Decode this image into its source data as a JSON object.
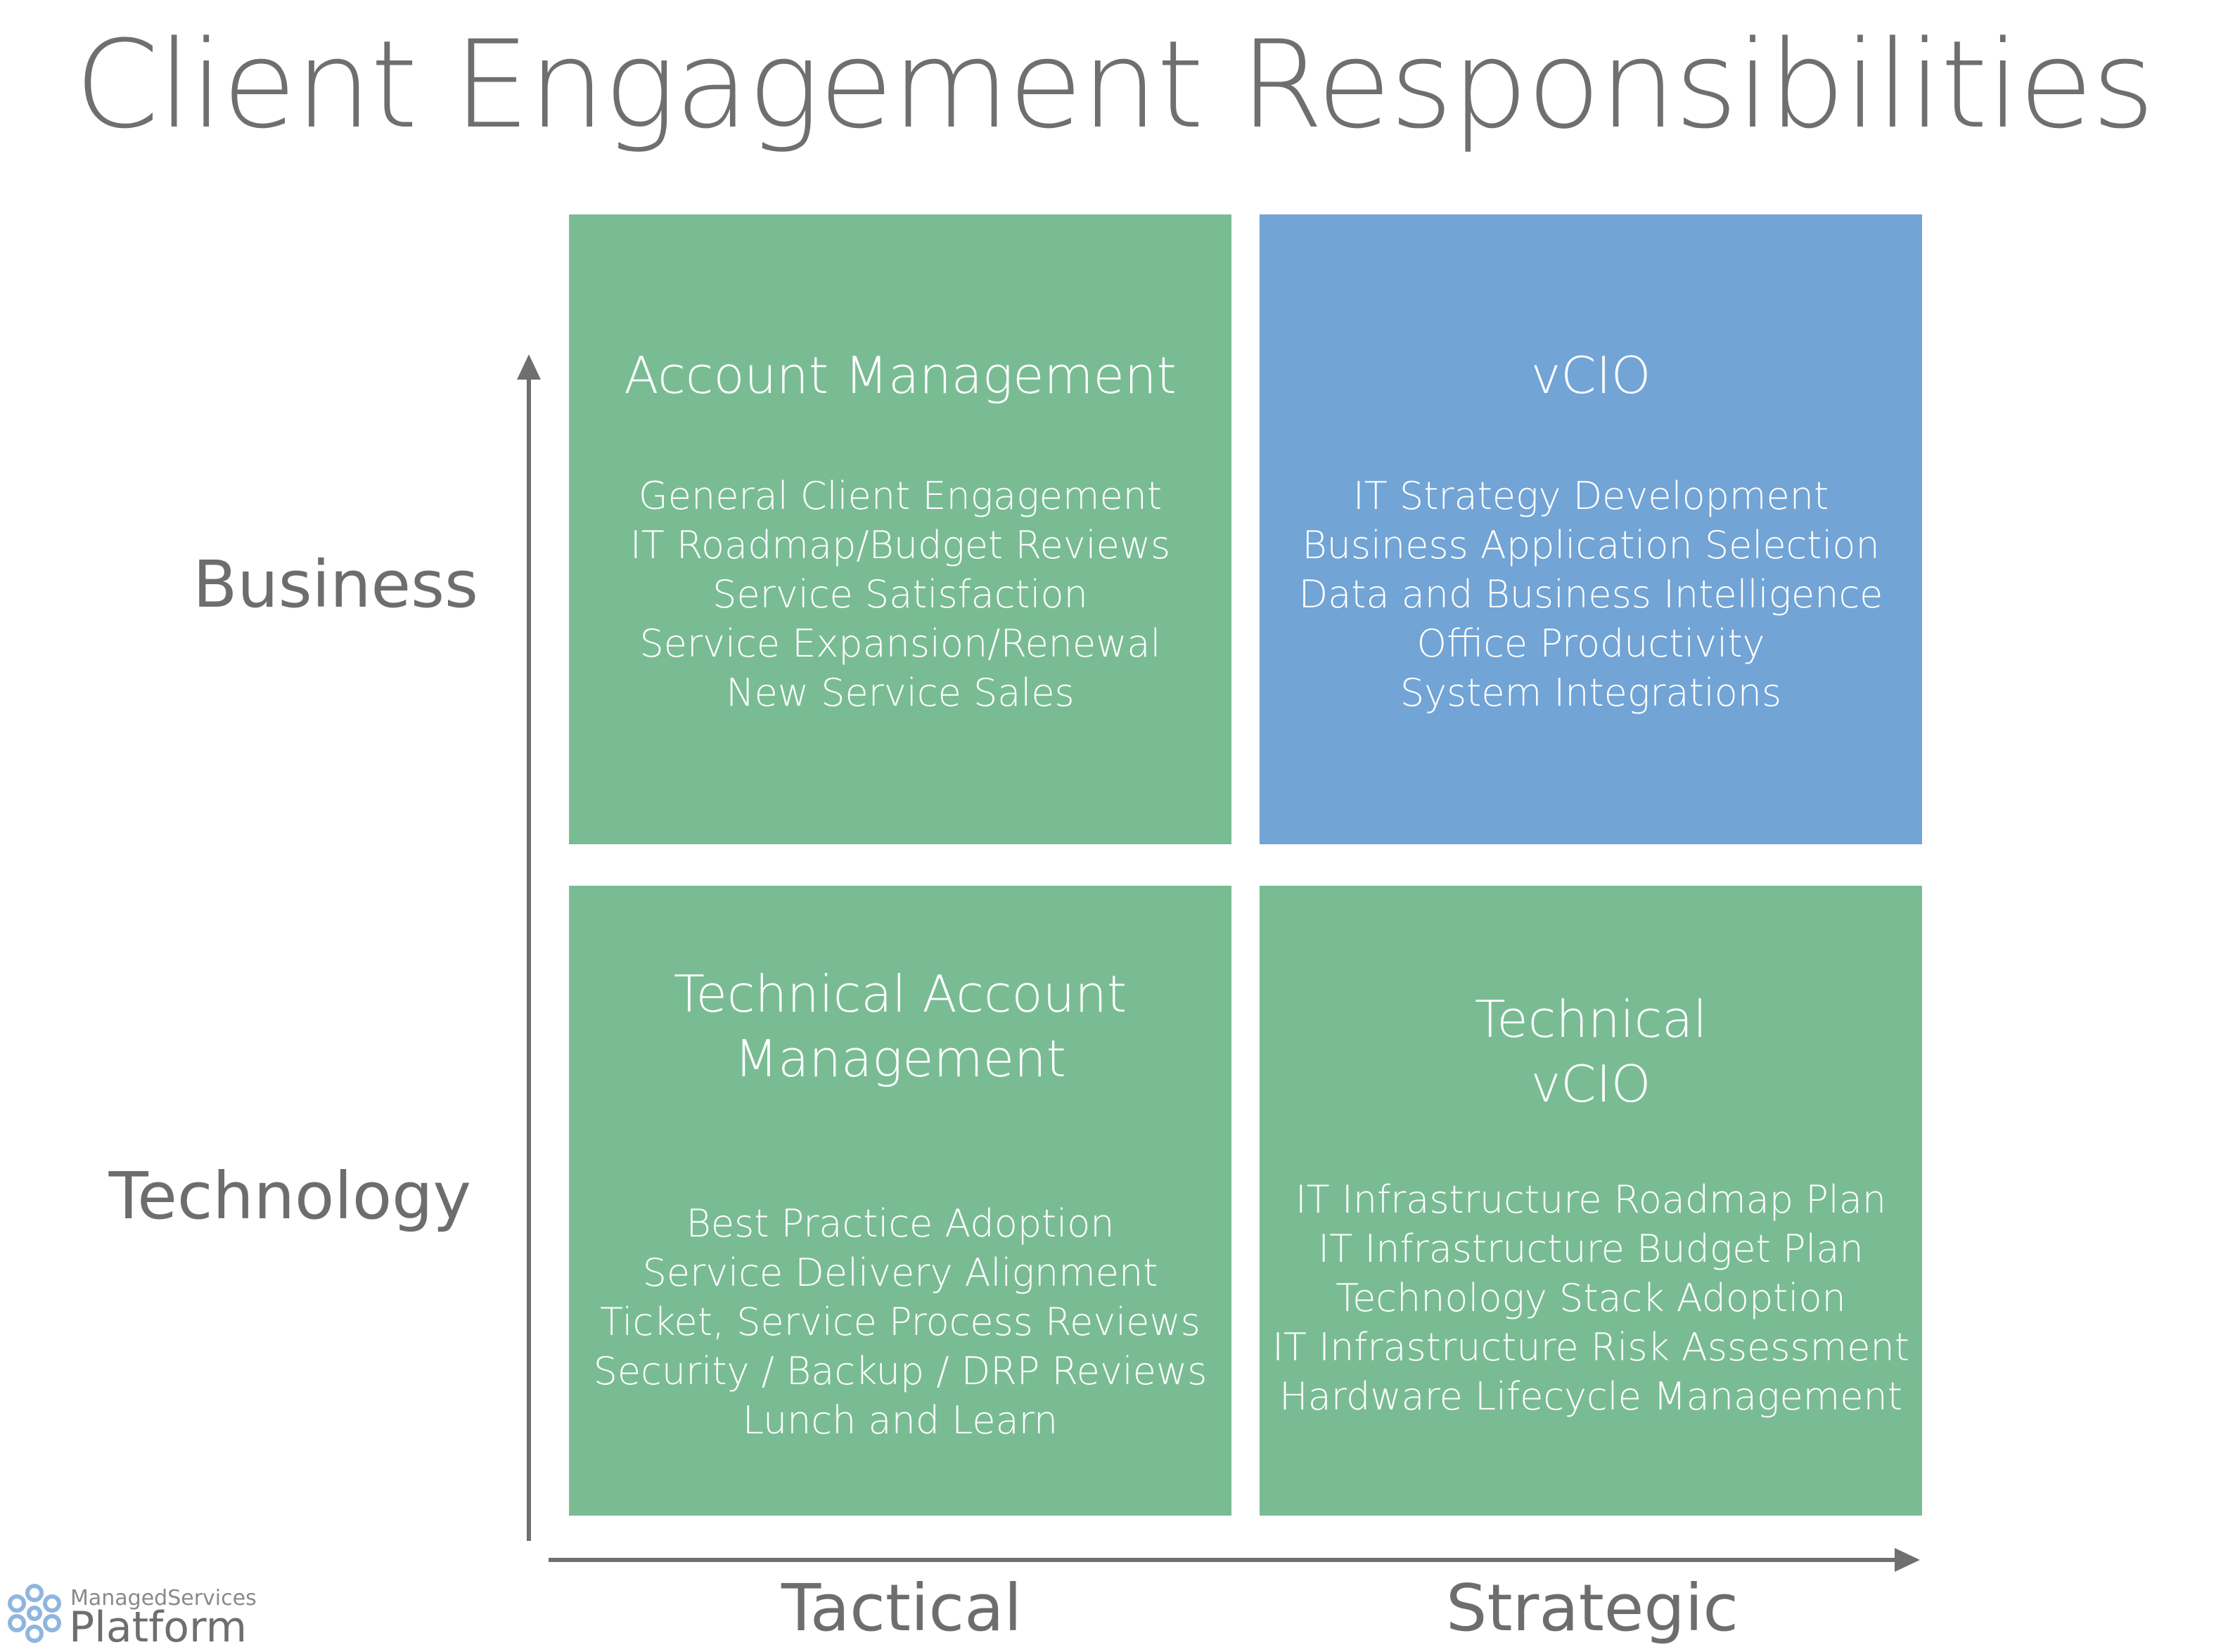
{
  "title": "Client Engagement Responsibilities",
  "axes": {
    "rows": [
      "Business",
      "Technology"
    ],
    "columns": [
      "Tactical",
      "Strategic"
    ]
  },
  "quadrants": [
    {
      "title": "Account Management",
      "items": [
        "General Client Engagement",
        "IT Roadmap/Budget Reviews",
        "Service Satisfaction",
        "Service Expansion/Renewal",
        "New Service Sales"
      ]
    },
    {
      "title": "vCIO",
      "items": [
        "IT Strategy Development",
        "Business Application Selection",
        "Data and Business Intelligence",
        "Office Productivity",
        "System Integrations"
      ]
    },
    {
      "title": "Technical Account\nManagement",
      "items": [
        "Best Practice Adoption",
        "Service Delivery Alignment",
        "Ticket, Service Process Reviews",
        "Security / Backup / DRP Reviews",
        "Lunch and Learn"
      ]
    },
    {
      "title": "Technical\nvCIO",
      "items": [
        "IT Infrastructure Roadmap Plan",
        "IT Infrastructure Budget Plan",
        "Technology Stack Adoption",
        "IT Infrastructure Risk Assessment",
        "Hardware Lifecycle Management"
      ]
    }
  ],
  "logo": {
    "small_text": "ManagedServices",
    "large_text": "Platform",
    "icon": "snowflake-asterisk-icon"
  },
  "colors": {
    "green": "#79bc94",
    "blue": "#72a4d6",
    "axis": "#6f6f71"
  }
}
